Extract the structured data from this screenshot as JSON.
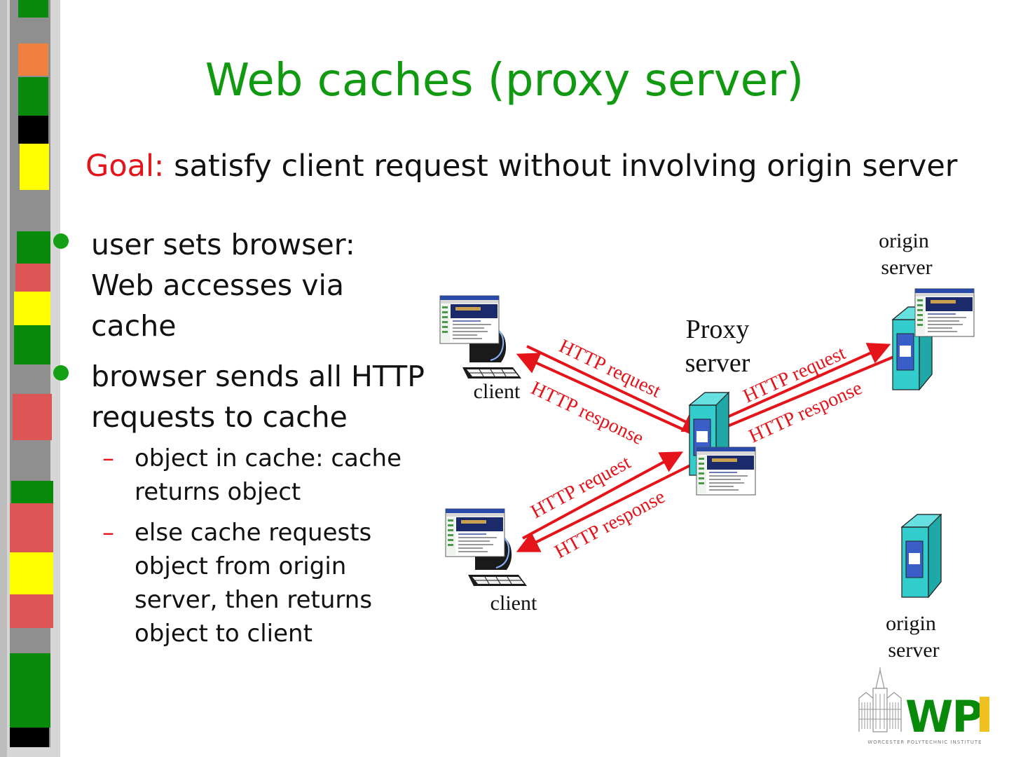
{
  "slide": {
    "title": "Web caches (proxy server)",
    "goal": {
      "label": "Goal:",
      "text": " satisfy client request without involving origin server"
    },
    "bullets": [
      {
        "text": "user sets browser: Web accesses via cache",
        "lines": [
          "user sets browser:",
          "Web accesses via",
          "cache"
        ]
      },
      {
        "text": "browser sends all HTTP requests to cache",
        "lines": [
          "browser sends all HTTP",
          "requests to cache"
        ],
        "sub": [
          {
            "lines": [
              "object in cache: cache",
              "returns object"
            ]
          },
          {
            "lines": [
              "else cache requests",
              "object from origin",
              "server, then returns",
              "object to client"
            ]
          }
        ]
      }
    ]
  },
  "diagram": {
    "proxy_label": [
      "Proxy",
      "server"
    ],
    "client_label": "client",
    "origin_label": [
      "origin",
      "server"
    ],
    "request_label": "HTTP request",
    "response_label": "HTTP response"
  },
  "logo": {
    "text": "WPI",
    "subtitle": "WORCESTER POLYTECHNIC INSTITUTE"
  },
  "colors": {
    "title": "#119a11",
    "accent": "#e4141a",
    "bullet": "#14a014",
    "server": "#33cccc"
  }
}
